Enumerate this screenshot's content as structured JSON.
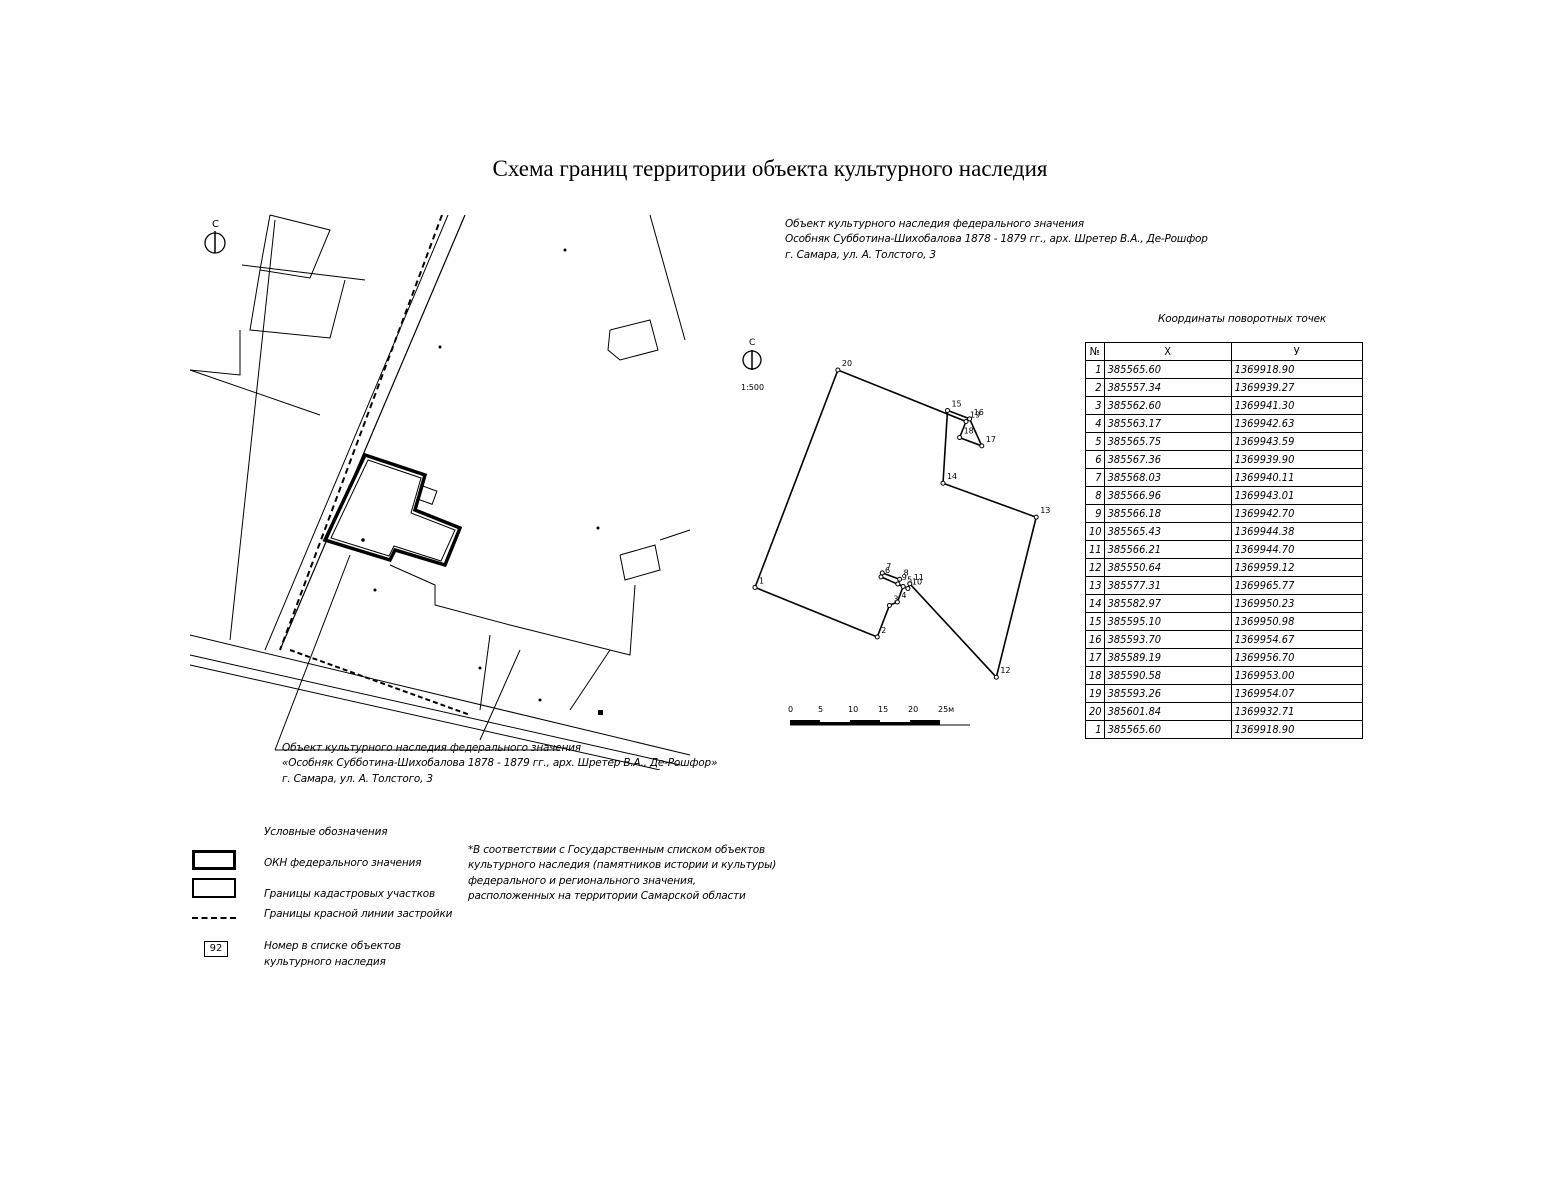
{
  "title": "Схема границ территории объекта культурного наследия",
  "map_left": {
    "north_label": "С",
    "caption": {
      "line1": "Объект культурного наследия федерального значения",
      "line2": "«Особняк Субботина-Шихобалова 1878 - 1879 гг., арх. Шретер В.А., Де-Рошфор»",
      "line3": "г. Самара, ул. А. Толстого, 3"
    }
  },
  "map_right": {
    "header": {
      "line1": "Объект культурного наследия федерального значения",
      "line2": "Особняк Субботина-Шихобалова 1878 - 1879 гг., арх. Шретер В.А., Де-Рошфор",
      "line3": "г. Самара, ул. А. Толстого, 3"
    },
    "north_label": "С",
    "scale_ratio": "1:500",
    "scale_labels": [
      "0",
      "5",
      "10",
      "15",
      "20",
      "25м"
    ],
    "point_labels": [
      "1",
      "2",
      "3",
      "4",
      "5",
      "6",
      "7",
      "8",
      "9",
      "10",
      "11",
      "12",
      "13",
      "14",
      "15",
      "16",
      "17",
      "18",
      "19",
      "20"
    ]
  },
  "coords": {
    "title": "Координаты поворотных точек",
    "headers": [
      "№",
      "X",
      "У"
    ],
    "rows": [
      [
        "1",
        "385565.60",
        "1369918.90"
      ],
      [
        "2",
        "385557.34",
        "1369939.27"
      ],
      [
        "3",
        "385562.60",
        "1369941.30"
      ],
      [
        "4",
        "385563.17",
        "1369942.63"
      ],
      [
        "5",
        "385565.75",
        "1369943.59"
      ],
      [
        "6",
        "385567.36",
        "1369939.90"
      ],
      [
        "7",
        "385568.03",
        "1369940.11"
      ],
      [
        "8",
        "385566.96",
        "1369943.01"
      ],
      [
        "9",
        "385566.18",
        "1369942.70"
      ],
      [
        "10",
        "385565.43",
        "1369944.38"
      ],
      [
        "11",
        "385566.21",
        "1369944.70"
      ],
      [
        "12",
        "385550.64",
        "1369959.12"
      ],
      [
        "13",
        "385577.31",
        "1369965.77"
      ],
      [
        "14",
        "385582.97",
        "1369950.23"
      ],
      [
        "15",
        "385595.10",
        "1369950.98"
      ],
      [
        "16",
        "385593.70",
        "1369954.67"
      ],
      [
        "17",
        "385589.19",
        "1369956.70"
      ],
      [
        "18",
        "385590.58",
        "1369953.00"
      ],
      [
        "19",
        "385593.26",
        "1369954.07"
      ],
      [
        "20",
        "385601.84",
        "1369932.71"
      ],
      [
        "1",
        "385565.60",
        "1369918.90"
      ]
    ]
  },
  "legend": {
    "title": "Условные обозначения",
    "items": [
      {
        "label": "ОКН федерального значения"
      },
      {
        "label": "Границы кадастровых участков"
      },
      {
        "label": "Границы красной линии застройки"
      },
      {
        "label": "Номер в списке объектов",
        "label2": "культурного наследия",
        "badge": "92"
      }
    ]
  },
  "footnote": {
    "line1": "*В соответствии с Государственным списком объектов",
    "line2": "культурного наследия (памятников истории и культуры)",
    "line3": "федерального и регионального значения,",
    "line4": "расположенных на территории Самарской области"
  }
}
